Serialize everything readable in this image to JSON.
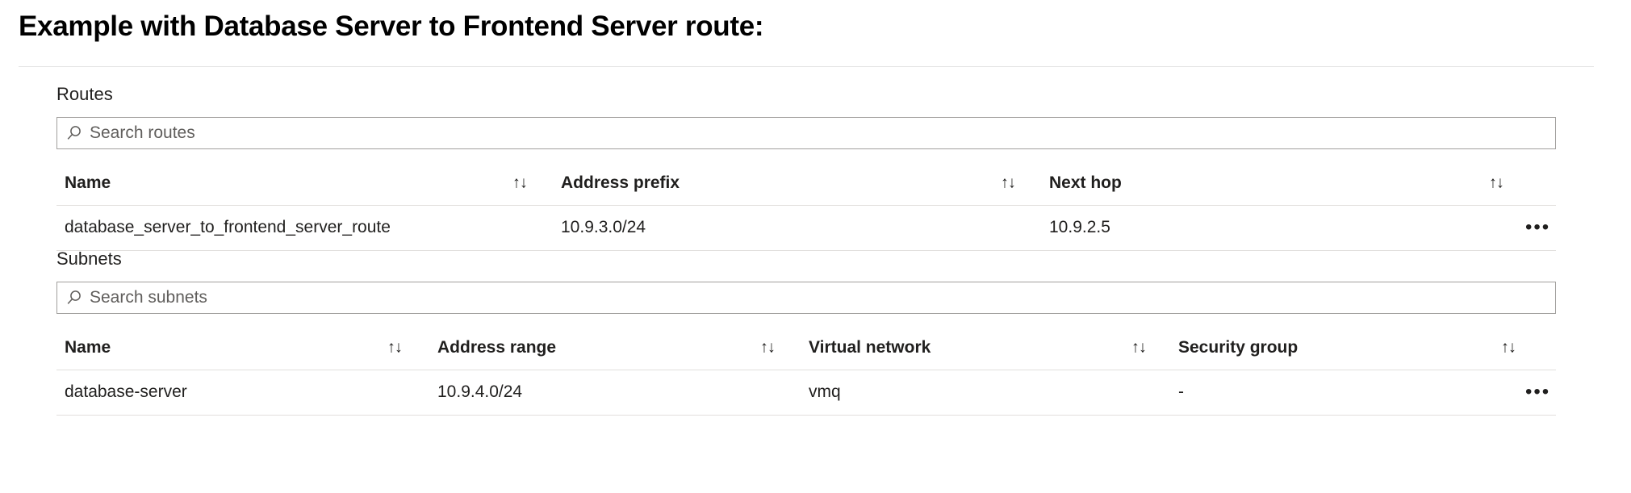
{
  "title": "Example with Database Server to Frontend Server route:",
  "routes_section": {
    "label": "Routes",
    "search": {
      "placeholder": "Search routes",
      "value": "",
      "icon": "search-icon"
    },
    "columns": [
      {
        "label": "Name",
        "sort_icon": "↑↓"
      },
      {
        "label": "Address prefix",
        "sort_icon": "↑↓"
      },
      {
        "label": "Next hop",
        "sort_icon": "↑↓"
      }
    ],
    "rows": [
      {
        "name": "database_server_to_frontend_server_route",
        "address_prefix": "10.9.3.0/24",
        "next_hop": "10.9.2.5",
        "menu": "•••"
      }
    ]
  },
  "subnets_section": {
    "label": "Subnets",
    "search": {
      "placeholder": "Search subnets",
      "value": "",
      "icon": "search-icon"
    },
    "columns": [
      {
        "label": "Name",
        "sort_icon": "↑↓"
      },
      {
        "label": "Address range",
        "sort_icon": "↑↓"
      },
      {
        "label": "Virtual network",
        "sort_icon": "↑↓"
      },
      {
        "label": "Security group",
        "sort_icon": "↑↓"
      }
    ],
    "rows": [
      {
        "name": "database-server",
        "address_range": "10.9.4.0/24",
        "virtual_network": "vmq",
        "security_group": "-",
        "menu": "•••"
      }
    ]
  },
  "colors": {
    "text": "#201f1e",
    "placeholder": "#605e5c",
    "border": "#a19f9d",
    "separator": "#e1dfdd",
    "divider": "#e6e6e6",
    "background": "#ffffff"
  }
}
